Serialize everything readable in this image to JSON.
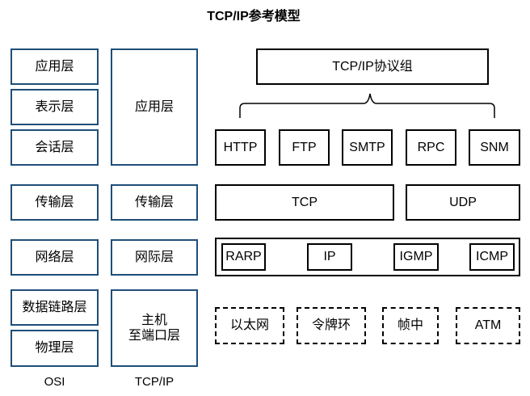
{
  "title": "TCP/IP参考模型",
  "osi": {
    "layers": [
      "应用层",
      "表示层",
      "会话层",
      "传输层",
      "网络层",
      "数据链路层",
      "物理层"
    ],
    "caption": "OSI"
  },
  "tcpip": {
    "layers": [
      "应用层",
      "传输层",
      "网际层",
      "主机\n至端口层"
    ],
    "caption": "TCP/IP"
  },
  "suite": {
    "label": "TCP/IP协议组",
    "application_protocols": [
      "HTTP",
      "FTP",
      "SMTP",
      "RPC",
      "SNM"
    ],
    "transport_protocols": [
      "TCP",
      "UDP"
    ],
    "internet_protocols": [
      "RARP",
      "IP",
      "IGMP",
      "ICMP"
    ],
    "link_protocols": [
      "以太网",
      "令牌环",
      "帧中",
      "ATM"
    ]
  }
}
